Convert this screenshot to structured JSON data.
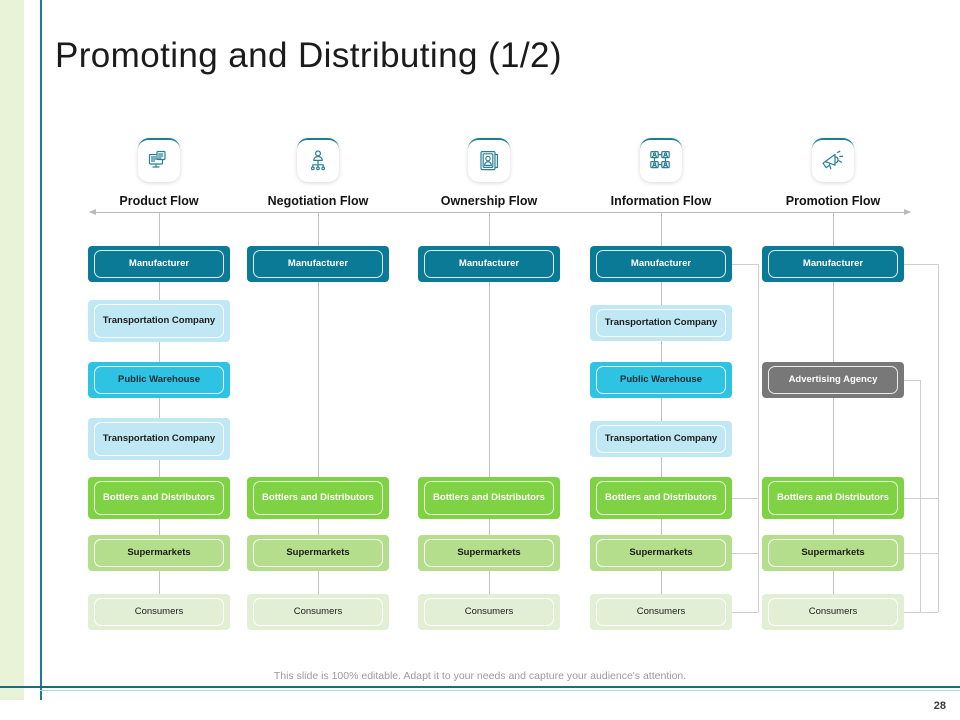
{
  "slide": {
    "title": "Promoting and Distributing (1/2)",
    "footnote": "This slide is 100% editable. Adapt it to your needs and capture your audience's attention.",
    "page_number": "28",
    "accent_teal": "#1d7e8f",
    "accent_green": "#7ed243",
    "band_green": "#e9f3d8"
  },
  "columns": [
    {
      "id": "product-flow",
      "label": "Product Flow",
      "icon": "monitor-document-icon",
      "nodes": [
        {
          "label": "Manufacturer",
          "style": "b-teal",
          "lines": 1
        },
        {
          "label": "Transportation Company",
          "style": "b-ltblue",
          "lines": 2
        },
        {
          "label": "Public Warehouse",
          "style": "b-cyan",
          "lines": 1
        },
        {
          "label": "Transportation Company",
          "style": "b-ltblue",
          "lines": 2
        },
        {
          "label": "Bottlers and Distributors",
          "style": "b-green",
          "lines": 2
        },
        {
          "label": "Supermarkets",
          "style": "b-green2",
          "lines": 1
        },
        {
          "label": "Consumers",
          "style": "b-green3",
          "lines": 1
        }
      ]
    },
    {
      "id": "negotiation-flow",
      "label": "Negotiation Flow",
      "icon": "person-network-icon",
      "nodes": [
        {
          "label": "Manufacturer",
          "style": "b-teal",
          "lines": 1
        },
        {
          "label": "Bottlers and Distributors",
          "style": "b-green",
          "lines": 2
        },
        {
          "label": "Supermarkets",
          "style": "b-green2",
          "lines": 1
        },
        {
          "label": "Consumers",
          "style": "b-green3",
          "lines": 1
        }
      ]
    },
    {
      "id": "ownership-flow",
      "label": "Ownership Flow",
      "icon": "person-badge-icon",
      "nodes": [
        {
          "label": "Manufacturer",
          "style": "b-teal",
          "lines": 1
        },
        {
          "label": "Bottlers and Distributors",
          "style": "b-green",
          "lines": 2
        },
        {
          "label": "Supermarkets",
          "style": "b-green2",
          "lines": 1
        },
        {
          "label": "Consumers",
          "style": "b-green3",
          "lines": 1
        }
      ]
    },
    {
      "id": "information-flow",
      "label": "Information Flow",
      "icon": "people-chat-icon",
      "nodes": [
        {
          "label": "Manufacturer",
          "style": "b-teal",
          "lines": 1
        },
        {
          "label": "Transportation Company",
          "style": "b-ltblue",
          "lines": 1
        },
        {
          "label": "Public Warehouse",
          "style": "b-cyan",
          "lines": 1
        },
        {
          "label": "Transportation Company",
          "style": "b-ltblue",
          "lines": 1
        },
        {
          "label": "Bottlers and Distributors",
          "style": "b-green",
          "lines": 2
        },
        {
          "label": "Supermarkets",
          "style": "b-green2",
          "lines": 1
        },
        {
          "label": "Consumers",
          "style": "b-green3",
          "lines": 1
        }
      ]
    },
    {
      "id": "promotion-flow",
      "label": "Promotion Flow",
      "icon": "megaphone-promotion-icon",
      "nodes": [
        {
          "label": "Manufacturer",
          "style": "b-teal",
          "lines": 1
        },
        {
          "label": "Advertising Agency",
          "style": "b-gray",
          "lines": 1
        },
        {
          "label": "Bottlers and Distributors",
          "style": "b-green",
          "lines": 2
        },
        {
          "label": "Supermarkets",
          "style": "b-green2",
          "lines": 1
        },
        {
          "label": "Consumers",
          "style": "b-green3",
          "lines": 1
        }
      ]
    }
  ]
}
